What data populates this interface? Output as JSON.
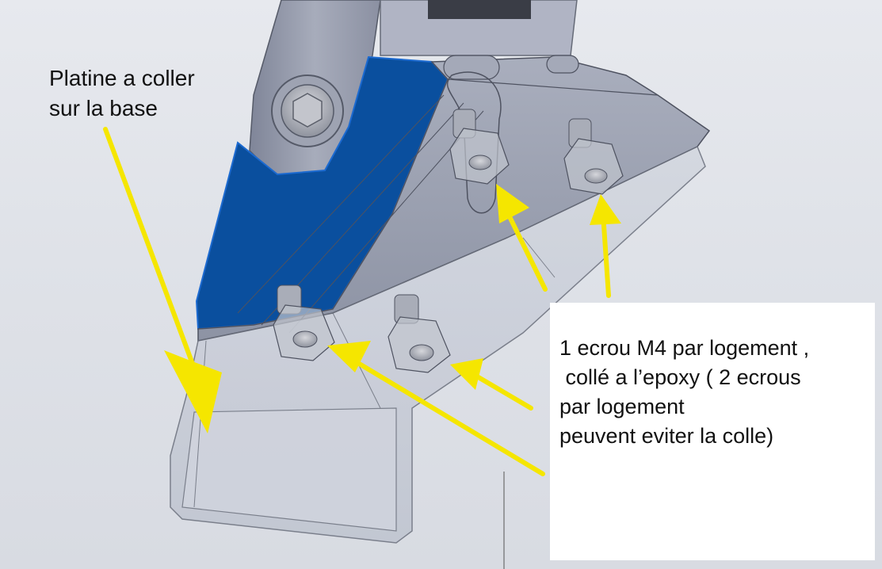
{
  "labels": {
    "top_left": [
      "Platine a coller",
      "sur la base"
    ],
    "right_note": [
      "1 ecrou M4 par logement ,",
      " collé a l’epoxy ( 2 ecrous",
      "par logement",
      "peuvent eviter la colle)"
    ]
  },
  "colors": {
    "arrow": "#f5e600",
    "blue_plate": "#0a4f9e",
    "body_grey": "#9aa0b0",
    "transparent_part": "#c9cdd8"
  }
}
